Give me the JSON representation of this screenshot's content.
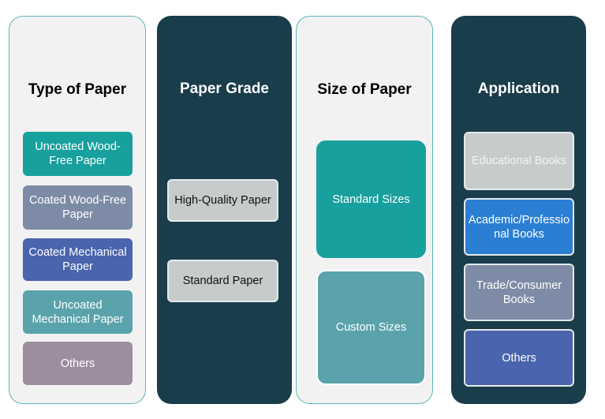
{
  "columns": [
    {
      "title": "Type of Paper",
      "items": [
        "Uncoated Wood-Free Paper",
        "Coated Wood-Free Paper",
        "Coated Mechanical Paper",
        "Uncoated Mechanical Paper",
        "Others"
      ]
    },
    {
      "title": "Paper Grade",
      "items": [
        "High-Quality Paper",
        "Standard Paper"
      ]
    },
    {
      "title": "Size of Paper",
      "items": [
        "Standard Sizes",
        "Custom Sizes"
      ]
    },
    {
      "title": "Application",
      "items": [
        "Educational Books",
        "Academic/Professional Books",
        "Trade/Consumer Books",
        "Others"
      ]
    }
  ],
  "colors": {
    "dark": "#193d4b",
    "teal": "#17a09e",
    "slate": "#7d8ba6",
    "blue": "#4a64ad",
    "steelteal": "#5aa3ac",
    "mauve": "#9d8d9f",
    "gray": "#c8cbcb",
    "brightblue": "#2a7fd4"
  }
}
